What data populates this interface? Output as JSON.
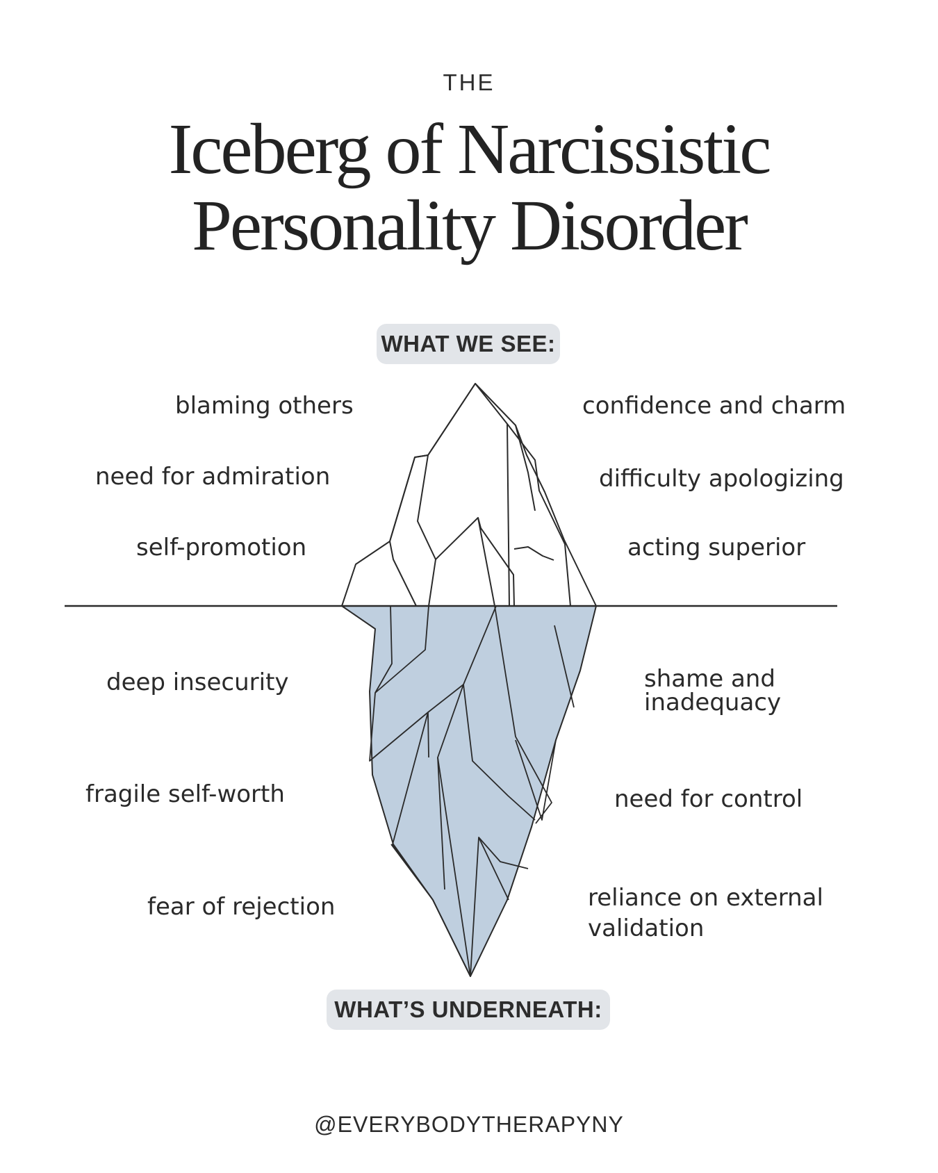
{
  "header": {
    "kicker": "THE",
    "title_line1": "Iceberg of Narcissistic",
    "title_line2": "Personality Disorder"
  },
  "sections": {
    "above_label": "WHAT WE SEE:",
    "below_label": "WHAT’S UNDERNEATH:"
  },
  "above": {
    "left": [
      "blaming others",
      "need for admiration",
      "self-promotion"
    ],
    "right": [
      "confidence and charm",
      "difficulty apologizing",
      "acting superior"
    ]
  },
  "below": {
    "left": [
      "deep insecurity",
      "fragile self-worth",
      "fear of rejection"
    ],
    "right": [
      "shame and inadequacy",
      "need for control",
      "reliance on external validation"
    ]
  },
  "footer": {
    "handle": "@EVERYBODYTHERAPYNY"
  },
  "colors": {
    "underwater_fill": "#bfcfdf",
    "line": "#2a2a2a",
    "pill_bg": "#e2e5e9"
  }
}
